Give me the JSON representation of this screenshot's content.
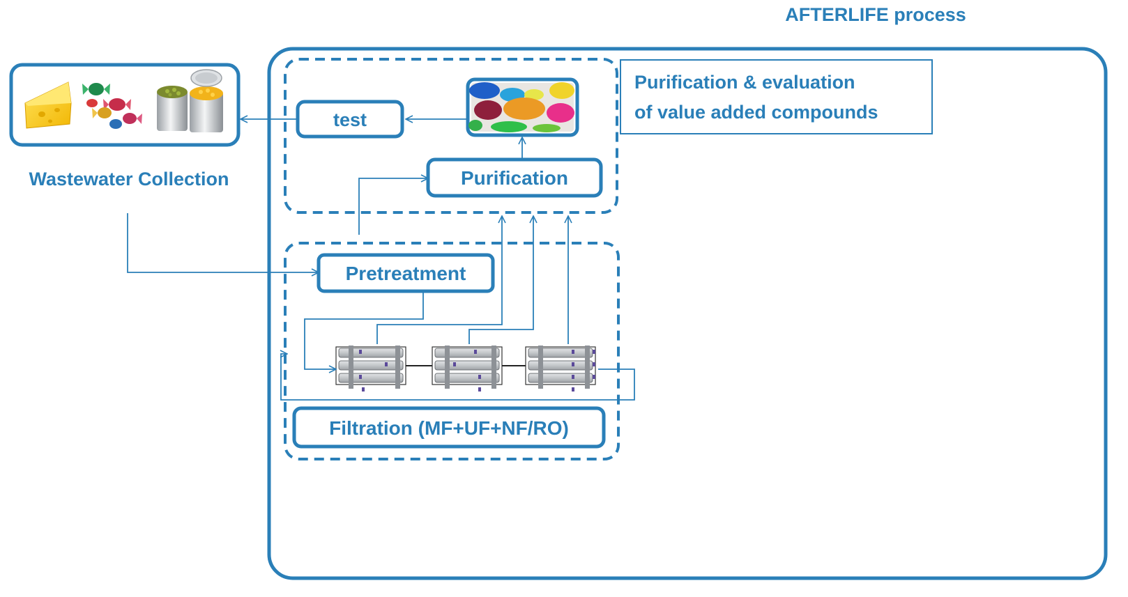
{
  "title": "AFTERLIFE process",
  "nodes": {
    "wastewater_collection": "Wastewater Collection",
    "test": "test",
    "purification": "Purification",
    "pretreatment": "Pretreatment",
    "filtration": "Filtration (MF+UF+NF/RO)",
    "callout_line1": "Purification & evaluation",
    "callout_line2": "of value added compounds"
  },
  "colors": {
    "primary": "#2a7fb8",
    "module_gray": "#b9bcc0",
    "module_port": "#5b4a9a"
  },
  "images": {
    "food_products": [
      "cheese-image",
      "candy-image",
      "canned-peas-corn-image"
    ],
    "pigments": "colored-pigment-powders-image"
  }
}
